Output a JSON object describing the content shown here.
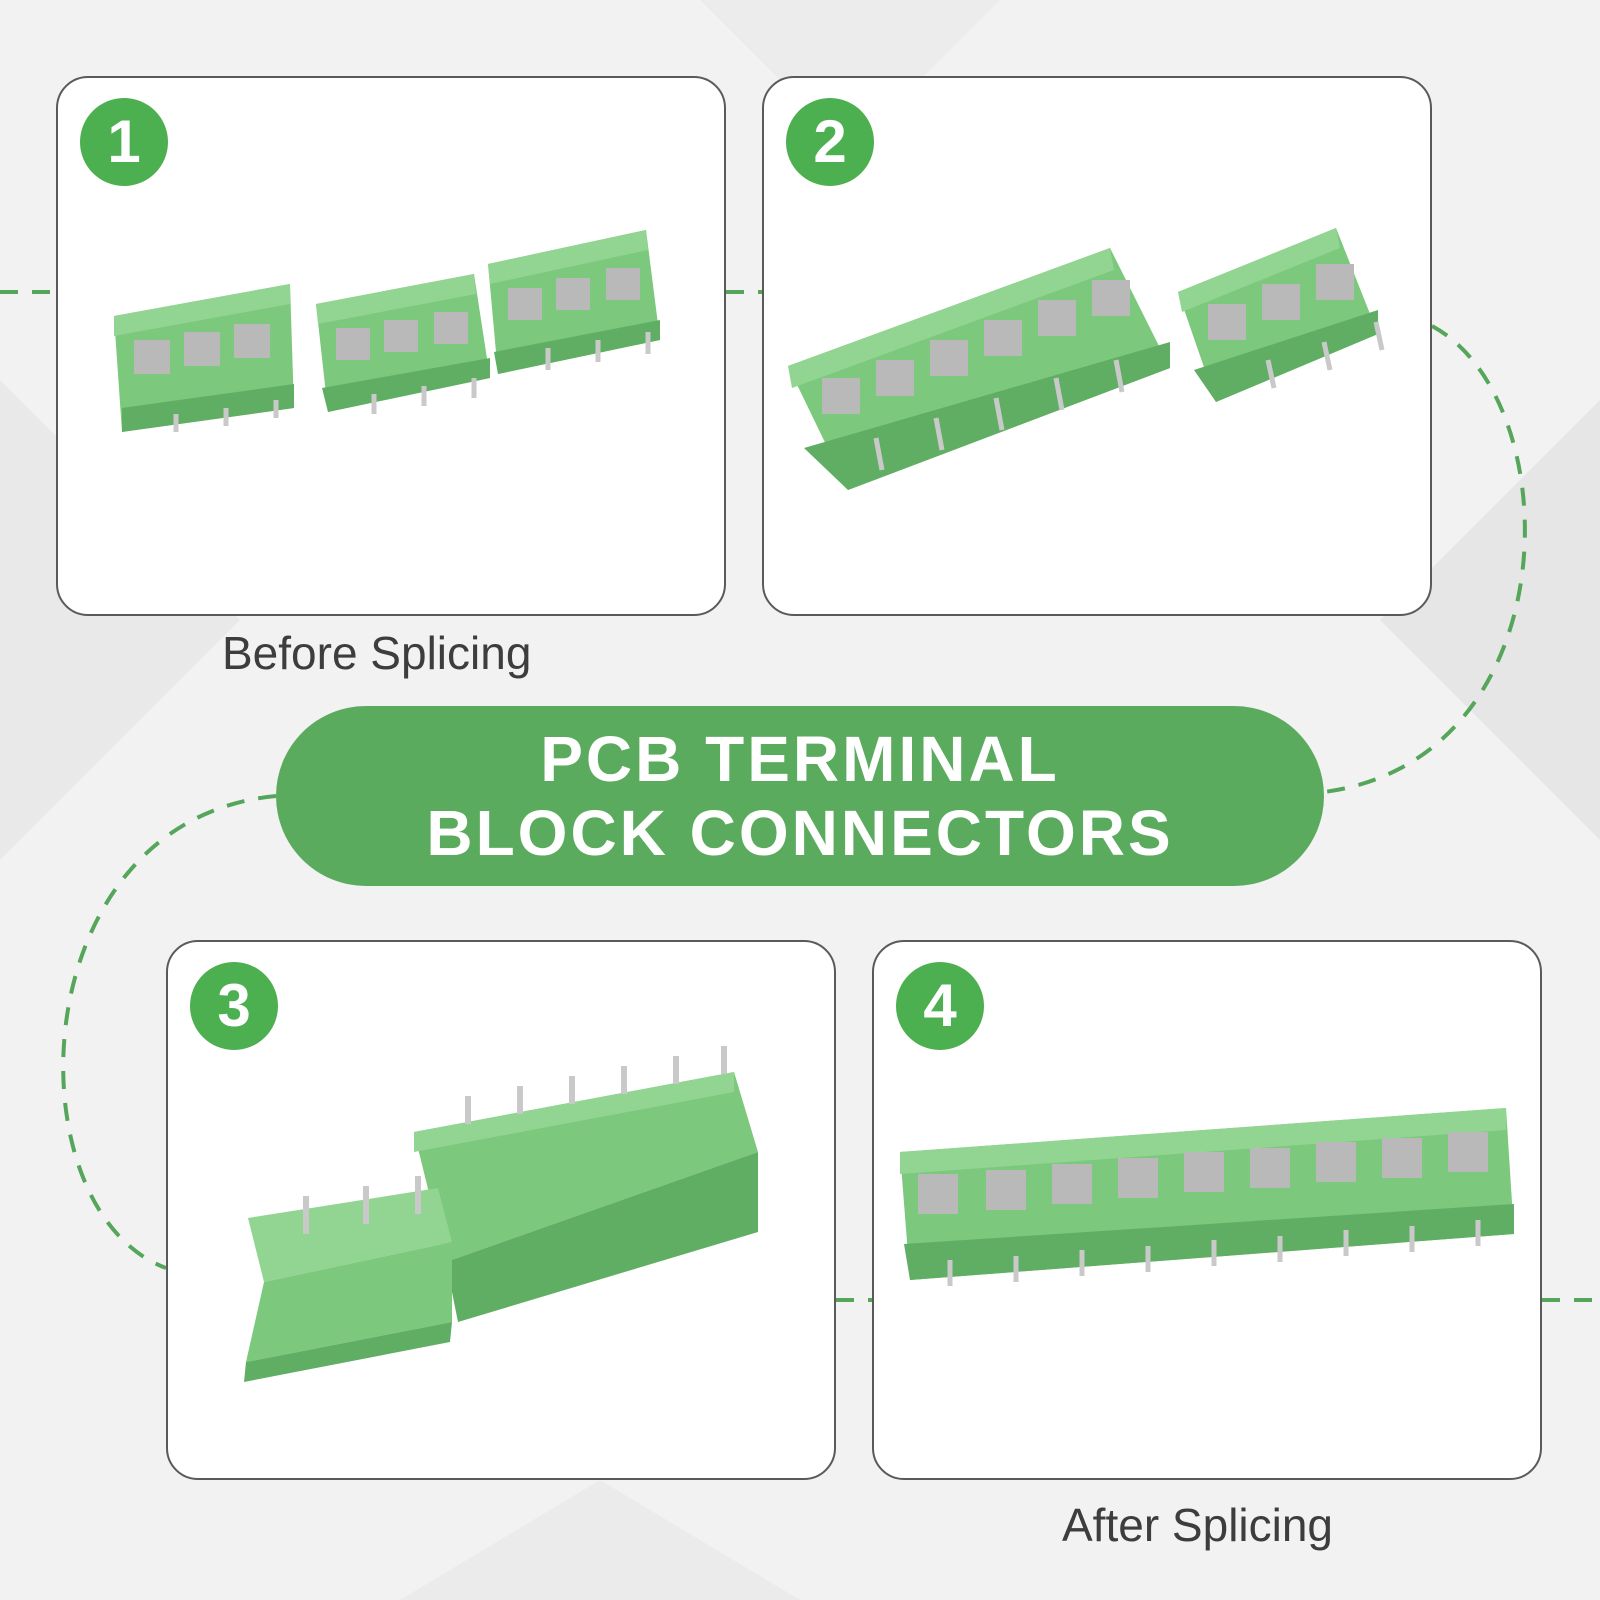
{
  "colors": {
    "accent": "#4caf50",
    "pill": "#5aab5e",
    "connector_body": "#7cc87c",
    "connector_shade": "#5fae63",
    "metal": "#b9b9b9",
    "dashes": "#55a65a"
  },
  "steps": [
    {
      "number": "1"
    },
    {
      "number": "2"
    },
    {
      "number": "3"
    },
    {
      "number": "4"
    }
  ],
  "captions": {
    "before": "Before Splicing",
    "after": "After Splicing"
  },
  "title": {
    "line1": "PCB TERMINAL",
    "line2": "BLOCK CONNECTORS"
  }
}
